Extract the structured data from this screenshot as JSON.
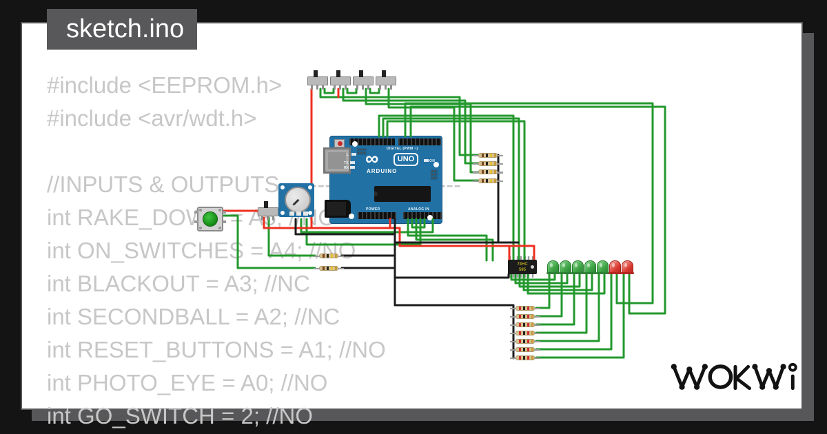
{
  "window": {
    "tab_title": "sketch.ino"
  },
  "brand": {
    "logo_text": "WOKWI"
  },
  "code": {
    "lines": [
      "#include <EEPROM.h>",
      "#include <avr/wdt.h>",
      "",
      "//INPUTS & OUTPUTS------------------------",
      "int RAKE_DOWN = A5; //NO",
      "int ON_SWITCHES = A4; //NO",
      "int BLACKOUT = A3; //NC",
      "int SECONDBALL = A2; //NC",
      "int RESET_BUTTONS = A1; //NO",
      "int PHOTO_EYE = A0; //NO",
      "int GO_SWITCH = 2; //NO"
    ]
  },
  "colors": {
    "wire_green": "#23982d",
    "wire_red": "#ee3020",
    "wire_black": "#1d1d1d",
    "lead_gray": "#9c9c9c",
    "board_blue": "#2171a4",
    "canvas_shadow": "#58585a",
    "code_text": "#c7c7c7"
  },
  "arduino": {
    "labels": {
      "digital": "DIGITAL (PWM ~)",
      "power": "POWER",
      "analog_in": "ANALOG IN",
      "uno": "UNO",
      "brand": "ARDUINO",
      "on": "ON",
      "l": "L",
      "tx": "TX",
      "rx": "RX",
      "infinity": "∞"
    }
  },
  "shift_register": {
    "line1": "74HC",
    "line2": "595"
  },
  "circuit": {
    "leds": [
      "green",
      "green",
      "green",
      "green",
      "green",
      "red",
      "red"
    ],
    "resistor_banks": [
      {
        "count": 4,
        "bands": [
          "brown",
          "black",
          "yellow",
          "gold"
        ]
      },
      {
        "count": 7,
        "bands": [
          "red",
          "black",
          "red",
          "gold"
        ]
      },
      {
        "count": 2,
        "bands": [
          "brown",
          "black",
          "yellow",
          "gold"
        ]
      }
    ],
    "slide_switch_count": 4
  }
}
